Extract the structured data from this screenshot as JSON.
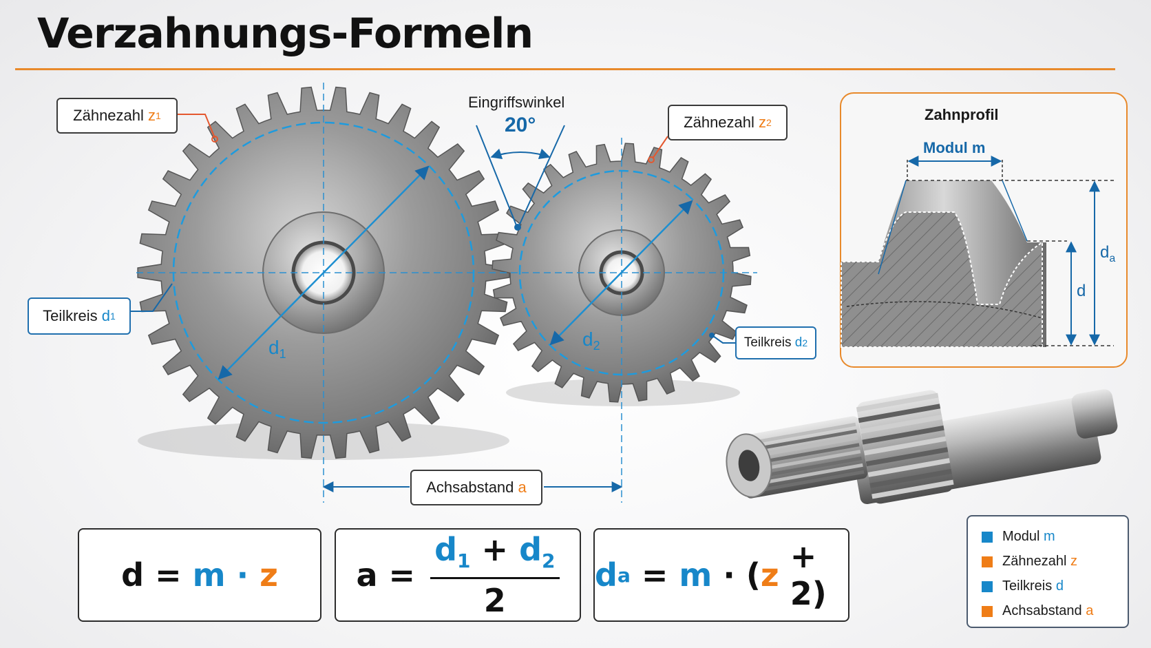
{
  "title": "Verzahnungs-Formeln",
  "labels": {
    "teeth_gear1": {
      "text": "Zähnezahl",
      "var": "z",
      "sub": "1"
    },
    "teeth_gear2": {
      "text": "Zähnezahl",
      "var": "z",
      "sub": "2"
    },
    "pitch_circle1": {
      "text": "Teilkreis",
      "var": "d",
      "sub": "1"
    },
    "pitch_circle2": {
      "text": "Teilkreis",
      "var": "d",
      "sub": "2"
    },
    "center_distance": {
      "text": "Achsabstand",
      "var": "a"
    },
    "pressure_angle_title": "Eingriffswinkel",
    "pressure_angle_value": "20°",
    "diameter_d1": {
      "var": "d",
      "sub": "1"
    },
    "diameter_d2": {
      "var": "d",
      "sub": "2"
    }
  },
  "profile": {
    "title": "Zahnprofil",
    "module_label": "Modul m",
    "dim_tip": {
      "var": "d",
      "sub": "a"
    },
    "dim_pitch": "d"
  },
  "formulas": [
    {
      "lhs": "d",
      "eq": "=",
      "m": "m",
      "dot": "·",
      "z": "z"
    },
    {
      "lhs": "a",
      "eq": "=",
      "num_d1": "d",
      "num_s1": "1",
      "plus": "+",
      "num_d2": "d",
      "num_s2": "2",
      "den": "2"
    },
    {
      "lhs_var": "d",
      "lhs_sub": "a",
      "eq": "=",
      "m": "m",
      "dot": "·",
      "open": "(",
      "z": "z",
      "plus": "+ 2)"
    }
  ],
  "legend": [
    {
      "text": "Modul",
      "var": "m",
      "color": "#1787c9"
    },
    {
      "text": "Zähnezahl",
      "var": "z",
      "color": "#ef7d17"
    },
    {
      "text": "Teilkreis",
      "var": "d",
      "color": "#1787c9"
    },
    {
      "text": "Achsabstand",
      "var": "a",
      "color": "#ef7d17"
    }
  ],
  "colors": {
    "accent_orange": "#ef7d17",
    "accent_blue": "#1787c9",
    "rule": "#e8892a"
  }
}
